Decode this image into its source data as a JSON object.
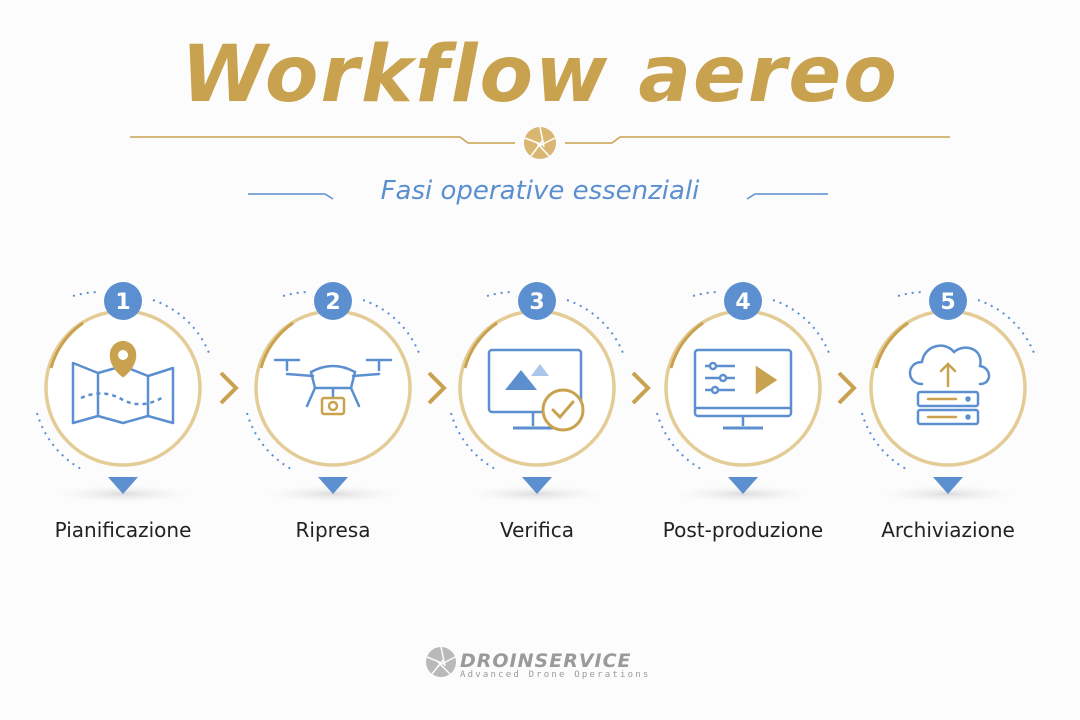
{
  "header": {
    "title": "Workflow aereo",
    "subtitle": "Fasi operative essenziali"
  },
  "colors": {
    "gold": "#c9a24f",
    "gold_light": "#e3cc96",
    "blue": "#5b8fd0",
    "text": "#222222",
    "gray": "#9a9a9a"
  },
  "steps": [
    {
      "number": "1",
      "label": "Pianificazione",
      "icon": "map-pin-icon"
    },
    {
      "number": "2",
      "label": "Ripresa",
      "icon": "drone-camera-icon"
    },
    {
      "number": "3",
      "label": "Verifica",
      "icon": "monitor-check-icon"
    },
    {
      "number": "4",
      "label": "Post-produzione",
      "icon": "monitor-editing-icon"
    },
    {
      "number": "5",
      "label": "Archiviazione",
      "icon": "cloud-upload-server-icon"
    }
  ],
  "brand": {
    "name": "DROINSERVICE",
    "tagline": "Advanced Drone Operations",
    "logo": "aperture-logo-icon"
  }
}
